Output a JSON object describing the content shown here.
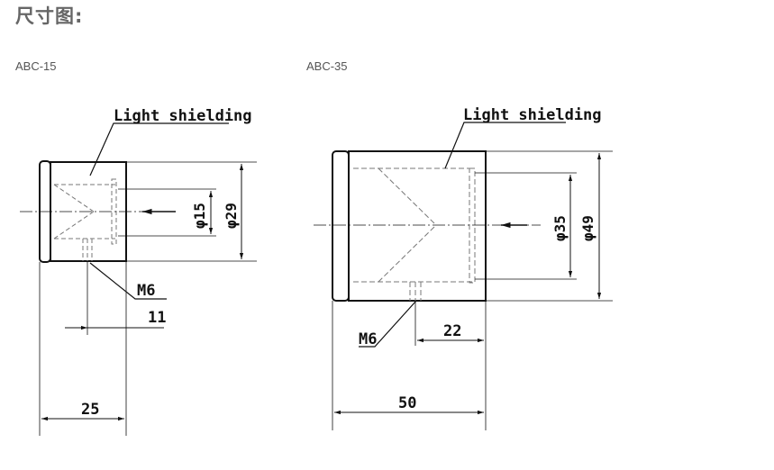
{
  "heading": "尺寸图:",
  "models": [
    {
      "name": "ABC-15",
      "callout": "Light shielding",
      "thread": "M6",
      "dim_inner_dia": "φ15",
      "dim_outer_dia": "φ29",
      "dim_offset": "11",
      "dim_length": "25"
    },
    {
      "name": "ABC-35",
      "callout": "Light shielding",
      "thread": "M6",
      "dim_inner_dia": "φ35",
      "dim_outer_dia": "φ49",
      "dim_offset": "22",
      "dim_length": "50"
    }
  ],
  "colors": {
    "heading": "#666666",
    "line": "#111111",
    "hidden_line": "#777777"
  }
}
